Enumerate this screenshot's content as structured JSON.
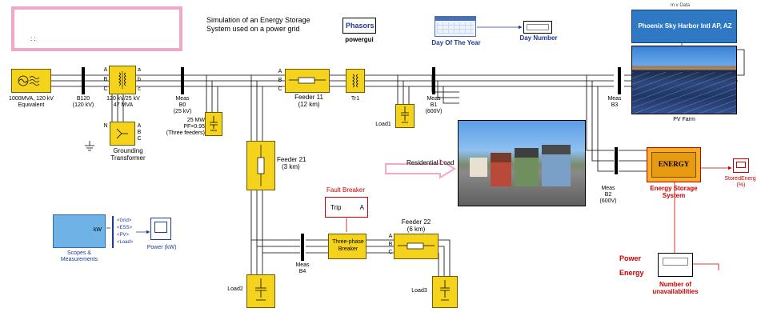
{
  "model": {
    "title": "Simulation of an Energy Storage System used on a power grid",
    "note_text": ":   :"
  },
  "blocks": {
    "phasors": {
      "label": "Phasors",
      "caption": "powergui"
    },
    "day_of_year": {
      "caption": "Day Of The Year"
    },
    "day_number": {
      "caption": "Day Number"
    },
    "weather": {
      "top_text": "m v Data",
      "station": "Phoenix Sky Harbor Intl AP, AZ"
    },
    "pv_farm": {
      "caption": "PV Farm"
    },
    "source": {
      "caption_1": "1000MVA, 120 kV",
      "caption_2": "Equivalent"
    },
    "b120": {
      "caption_1": "B120",
      "caption_2": "(120 kV)"
    },
    "main_xfmr": {
      "caption_1": "120 kV/25 kV",
      "caption_2": "47 MVA"
    },
    "grounding": {
      "caption_1": "Grounding",
      "caption_2": "Transformer"
    },
    "meas_b0": {
      "caption_1": "Meas",
      "caption_2": "B0",
      "caption_3": "(25 kV)"
    },
    "cap_bank": {
      "caption_1": "25 MW",
      "caption_2": "PF=0.95",
      "caption_3": "(Three feeders)"
    },
    "feeder11": {
      "caption_1": "Feeder 11",
      "caption_2": "(12 km)"
    },
    "tr1": {
      "caption": "Tr1"
    },
    "load1": {
      "caption": "Load1"
    },
    "meas_b1": {
      "caption_1": "Meas",
      "caption_2": "B1",
      "caption_3": "(600V)"
    },
    "meas_b3": {
      "caption_1": "Meas",
      "caption_2": "B3"
    },
    "feeder21": {
      "caption_1": "Feeder 21",
      "caption_2": "(3 km)"
    },
    "residential": {
      "caption": "Residential Load"
    },
    "fault_breaker": {
      "title": "Fault Breaker",
      "trip": "Trip",
      "port": "A"
    },
    "breaker": {
      "line_1": "Three-phase",
      "line_2": "Breaker"
    },
    "feeder22": {
      "caption_1": "Feeder 22",
      "caption_2": "(6 km)"
    },
    "meas_b4": {
      "caption_1": "Meas",
      "caption_2": "B4"
    },
    "load2": {
      "caption": "Load2"
    },
    "load3": {
      "caption": "Load3"
    },
    "meas_b2": {
      "caption_1": "Meas",
      "caption_2": "B2",
      "caption_3": "(600V)"
    },
    "ess": {
      "inner": "ENERGY",
      "caption_1": "Energy Storage",
      "caption_2": "System"
    },
    "stored_energy": {
      "caption_1": "StoredEnerg",
      "caption_2": "(%)"
    },
    "scopes": {
      "inner": "kW",
      "caption_1": "Scopes &",
      "caption_2": "Measurements"
    },
    "power_scope": {
      "caption": "Power (kW)"
    },
    "bus_selector": {
      "items": [
        "<Grid>",
        "<ESS>",
        "<PV>",
        "<Load>"
      ]
    },
    "power_energy": {
      "power": "Power",
      "energy": "Energy"
    },
    "unavail": {
      "caption_1": "Number of",
      "caption_2": "unavailabilities"
    }
  },
  "ports": {
    "A": "A",
    "B": "B",
    "C": "C",
    "a": "a",
    "b": "b",
    "c": "c",
    "N": "N"
  },
  "colors": {
    "block_yellow": "#f5d31c",
    "accent_red": "#cc0000",
    "link_blue": "#1f3a93",
    "pink_frame": "#f0a8c8",
    "arrow_pink": "#f4a8c8",
    "weather_blue": "#2f78c4",
    "scope_blue": "#6fb2e6"
  }
}
